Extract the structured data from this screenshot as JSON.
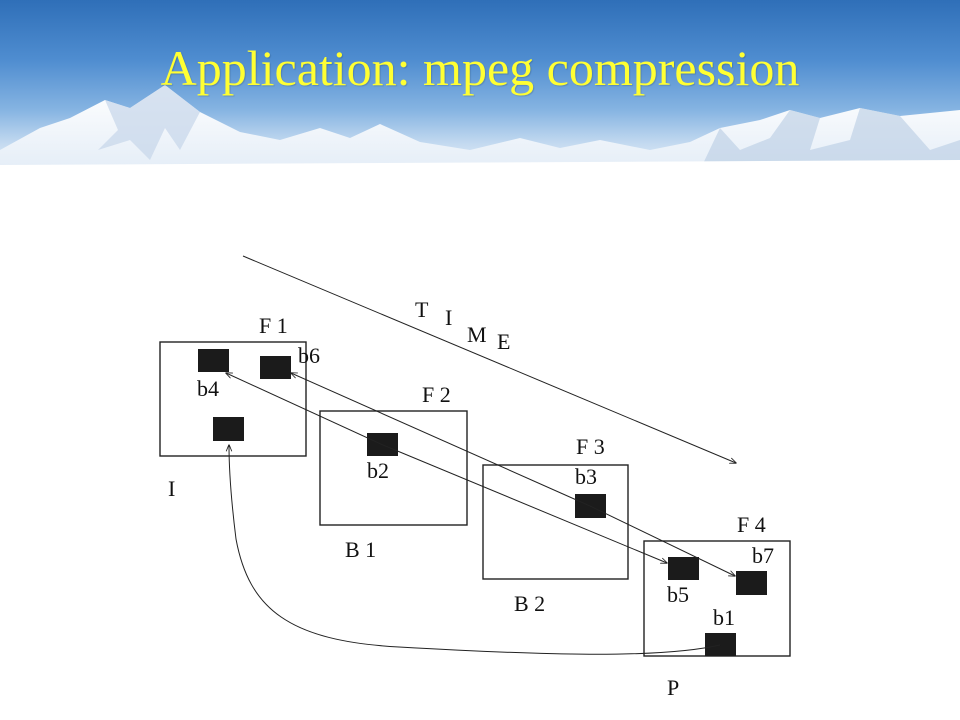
{
  "title": "Application: mpeg compression",
  "colors": {
    "title": "#ffff33",
    "panel": "#ffffff",
    "ink": "#222222",
    "block": "#1b1b1b"
  },
  "diagram": {
    "time_letters": [
      "T",
      "I",
      "M",
      "E"
    ],
    "frames": [
      {
        "label": "F 1",
        "type": "I"
      },
      {
        "label": "F 2",
        "type": "B 1"
      },
      {
        "label": "F 3",
        "type": "B 2"
      },
      {
        "label": "F 4",
        "type": "P"
      }
    ],
    "blocks": [
      "b4",
      "b6",
      "b2",
      "b3",
      "b5",
      "b7",
      "b1"
    ]
  }
}
